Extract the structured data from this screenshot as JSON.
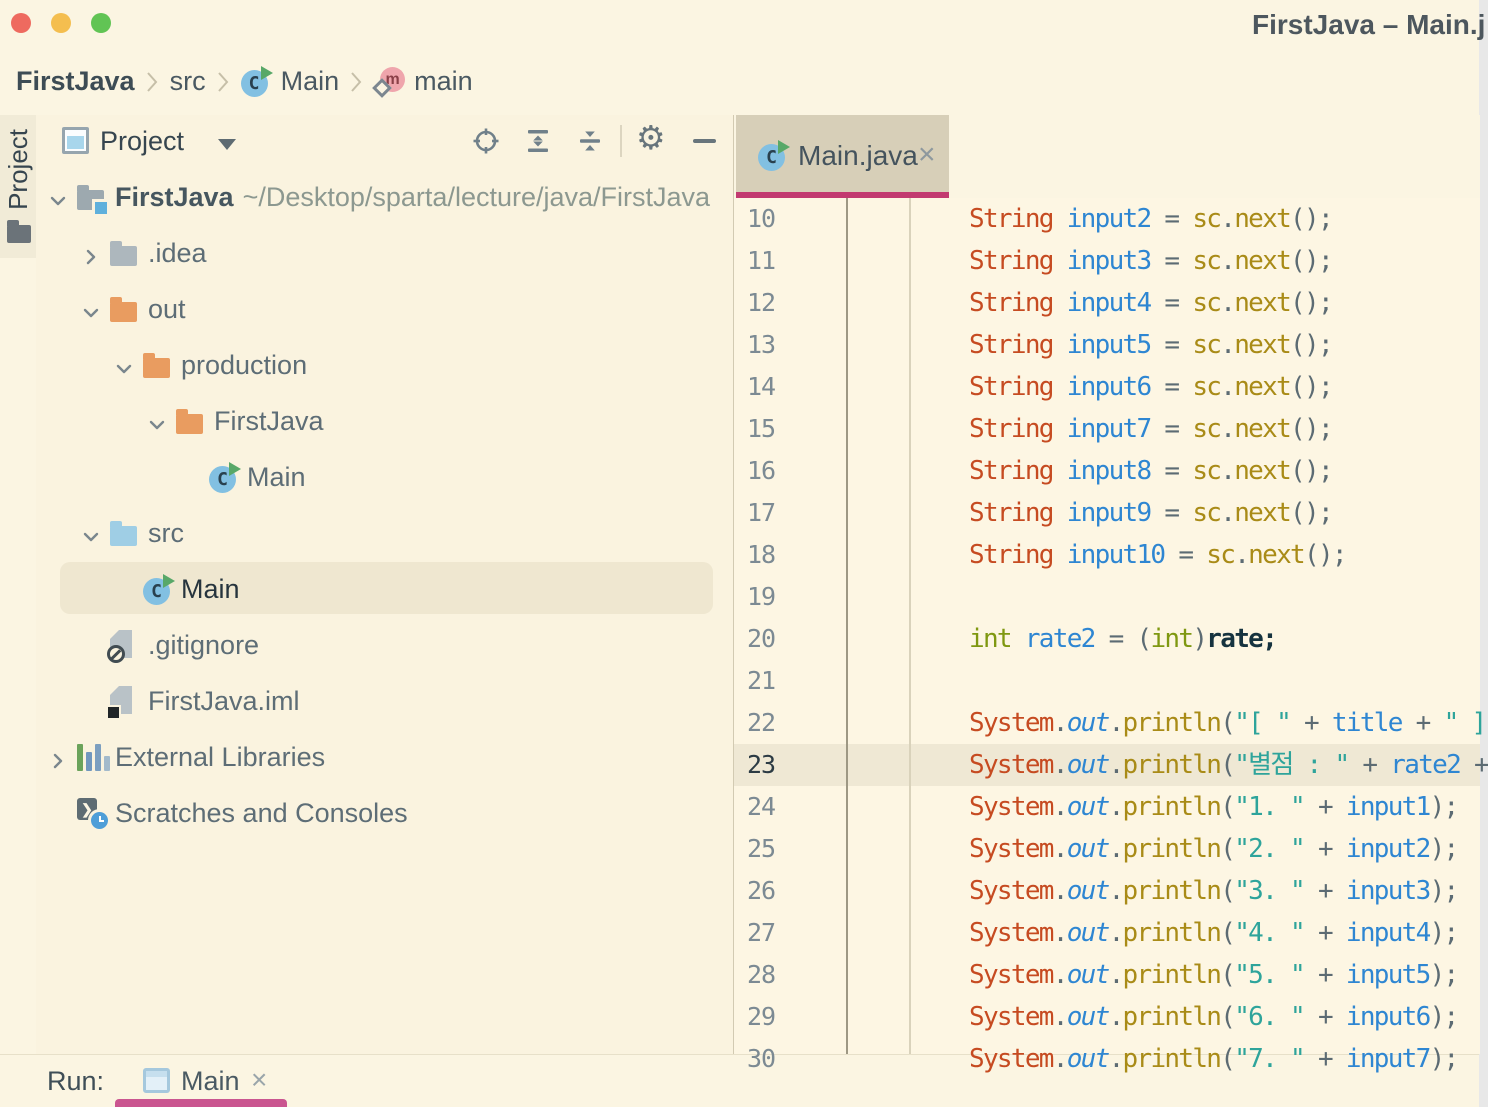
{
  "window": {
    "title": "FirstJava – Main.j"
  },
  "titlebar": {
    "traffic_lights": [
      "close",
      "minimize",
      "zoom"
    ]
  },
  "breadcrumb": {
    "separator": "›",
    "items": [
      {
        "label": "FirstJava",
        "bold": true
      },
      {
        "label": "src"
      },
      {
        "label": "Main",
        "icon": "class"
      },
      {
        "label": "main",
        "icon": "method"
      }
    ]
  },
  "tool_stripe": {
    "label": "Project",
    "icon": "folder"
  },
  "project_panel": {
    "title": "Project",
    "toolbar": [
      {
        "icon": "locate"
      },
      {
        "icon": "expand-all"
      },
      {
        "icon": "collapse-all"
      },
      {
        "icon": "settings-gear"
      },
      {
        "icon": "hide-panel"
      }
    ],
    "tree": [
      {
        "label": "FirstJava",
        "path": "~/Desktop/sparta/lecture/java/FirstJava",
        "icon": "project-folder",
        "chevron": "down",
        "level": 0,
        "bold": true
      },
      {
        "label": ".idea",
        "icon": "folder-gray",
        "chevron": "right",
        "level": 1
      },
      {
        "label": "out",
        "icon": "folder-orange",
        "chevron": "down",
        "level": 1
      },
      {
        "label": "production",
        "icon": "folder-orange",
        "chevron": "down",
        "level": 2
      },
      {
        "label": "FirstJava",
        "icon": "folder-orange",
        "chevron": "down",
        "level": 3
      },
      {
        "label": "Main",
        "icon": "class",
        "level": 4
      },
      {
        "label": "src",
        "icon": "folder-blue",
        "chevron": "down",
        "level": 1
      },
      {
        "label": "Main",
        "icon": "class",
        "level": 2,
        "selected": true
      },
      {
        "label": ".gitignore",
        "icon": "file-ignored",
        "level": 1
      },
      {
        "label": "FirstJava.iml",
        "icon": "file-module",
        "level": 1
      },
      {
        "label": "External Libraries",
        "icon": "libraries",
        "chevron": "right",
        "level": 0
      },
      {
        "label": "Scratches and Consoles",
        "icon": "scratches",
        "level": 0
      }
    ]
  },
  "editor": {
    "tab": {
      "label": "Main.java",
      "icon": "class",
      "close_label": "×"
    },
    "current_line": 23,
    "lines": [
      {
        "num": 10,
        "tokens": [
          [
            "type",
            "String"
          ],
          [
            "pl",
            " "
          ],
          [
            "var",
            "input2"
          ],
          [
            "pl",
            " = "
          ],
          [
            "fn",
            "sc"
          ],
          [
            "pl",
            "."
          ],
          [
            "fn",
            "next"
          ],
          [
            "pl",
            "();"
          ]
        ]
      },
      {
        "num": 11,
        "tokens": [
          [
            "type",
            "String"
          ],
          [
            "pl",
            " "
          ],
          [
            "var",
            "input3"
          ],
          [
            "pl",
            " = "
          ],
          [
            "fn",
            "sc"
          ],
          [
            "pl",
            "."
          ],
          [
            "fn",
            "next"
          ],
          [
            "pl",
            "();"
          ]
        ]
      },
      {
        "num": 12,
        "tokens": [
          [
            "type",
            "String"
          ],
          [
            "pl",
            " "
          ],
          [
            "var",
            "input4"
          ],
          [
            "pl",
            " = "
          ],
          [
            "fn",
            "sc"
          ],
          [
            "pl",
            "."
          ],
          [
            "fn",
            "next"
          ],
          [
            "pl",
            "();"
          ]
        ]
      },
      {
        "num": 13,
        "tokens": [
          [
            "type",
            "String"
          ],
          [
            "pl",
            " "
          ],
          [
            "var",
            "input5"
          ],
          [
            "pl",
            " = "
          ],
          [
            "fn",
            "sc"
          ],
          [
            "pl",
            "."
          ],
          [
            "fn",
            "next"
          ],
          [
            "pl",
            "();"
          ]
        ]
      },
      {
        "num": 14,
        "tokens": [
          [
            "type",
            "String"
          ],
          [
            "pl",
            " "
          ],
          [
            "var",
            "input6"
          ],
          [
            "pl",
            " = "
          ],
          [
            "fn",
            "sc"
          ],
          [
            "pl",
            "."
          ],
          [
            "fn",
            "next"
          ],
          [
            "pl",
            "();"
          ]
        ]
      },
      {
        "num": 15,
        "tokens": [
          [
            "type",
            "String"
          ],
          [
            "pl",
            " "
          ],
          [
            "var",
            "input7"
          ],
          [
            "pl",
            " = "
          ],
          [
            "fn",
            "sc"
          ],
          [
            "pl",
            "."
          ],
          [
            "fn",
            "next"
          ],
          [
            "pl",
            "();"
          ]
        ]
      },
      {
        "num": 16,
        "tokens": [
          [
            "type",
            "String"
          ],
          [
            "pl",
            " "
          ],
          [
            "var",
            "input8"
          ],
          [
            "pl",
            " = "
          ],
          [
            "fn",
            "sc"
          ],
          [
            "pl",
            "."
          ],
          [
            "fn",
            "next"
          ],
          [
            "pl",
            "();"
          ]
        ]
      },
      {
        "num": 17,
        "tokens": [
          [
            "type",
            "String"
          ],
          [
            "pl",
            " "
          ],
          [
            "var",
            "input9"
          ],
          [
            "pl",
            " = "
          ],
          [
            "fn",
            "sc"
          ],
          [
            "pl",
            "."
          ],
          [
            "fn",
            "next"
          ],
          [
            "pl",
            "();"
          ]
        ]
      },
      {
        "num": 18,
        "tokens": [
          [
            "type",
            "String"
          ],
          [
            "pl",
            " "
          ],
          [
            "var",
            "input10"
          ],
          [
            "pl",
            " = "
          ],
          [
            "fn",
            "sc"
          ],
          [
            "pl",
            "."
          ],
          [
            "fn",
            "next"
          ],
          [
            "pl",
            "();"
          ]
        ]
      },
      {
        "num": 19,
        "tokens": []
      },
      {
        "num": 20,
        "tokens": [
          [
            "kw",
            "int"
          ],
          [
            "pl",
            " "
          ],
          [
            "var",
            "rate2"
          ],
          [
            "pl",
            " = ("
          ],
          [
            "kw",
            "int"
          ],
          [
            "pl",
            ")"
          ],
          [
            "dark",
            "rate;"
          ]
        ]
      },
      {
        "num": 21,
        "tokens": []
      },
      {
        "num": 22,
        "tokens": [
          [
            "type",
            "System"
          ],
          [
            "pl",
            "."
          ],
          [
            "field",
            "out"
          ],
          [
            "pl",
            "."
          ],
          [
            "fn",
            "println"
          ],
          [
            "pl",
            "("
          ],
          [
            "str",
            "\"[ \""
          ],
          [
            "pl",
            " + "
          ],
          [
            "var",
            "title"
          ],
          [
            "pl",
            " + "
          ],
          [
            "str",
            "\" ]"
          ]
        ]
      },
      {
        "num": 23,
        "tokens": [
          [
            "type",
            "System"
          ],
          [
            "pl",
            "."
          ],
          [
            "field",
            "out"
          ],
          [
            "pl",
            "."
          ],
          [
            "fn",
            "println"
          ],
          [
            "pl",
            "("
          ],
          [
            "str",
            "\"별점 : \""
          ],
          [
            "pl",
            " + "
          ],
          [
            "var",
            "rate2"
          ],
          [
            "pl",
            " +"
          ]
        ]
      },
      {
        "num": 24,
        "tokens": [
          [
            "type",
            "System"
          ],
          [
            "pl",
            "."
          ],
          [
            "field",
            "out"
          ],
          [
            "pl",
            "."
          ],
          [
            "fn",
            "println"
          ],
          [
            "pl",
            "("
          ],
          [
            "str",
            "\"1. \""
          ],
          [
            "pl",
            " + "
          ],
          [
            "var",
            "input1"
          ],
          [
            "pl",
            ");"
          ]
        ]
      },
      {
        "num": 25,
        "tokens": [
          [
            "type",
            "System"
          ],
          [
            "pl",
            "."
          ],
          [
            "field",
            "out"
          ],
          [
            "pl",
            "."
          ],
          [
            "fn",
            "println"
          ],
          [
            "pl",
            "("
          ],
          [
            "str",
            "\"2. \""
          ],
          [
            "pl",
            " + "
          ],
          [
            "var",
            "input2"
          ],
          [
            "pl",
            ");"
          ]
        ]
      },
      {
        "num": 26,
        "tokens": [
          [
            "type",
            "System"
          ],
          [
            "pl",
            "."
          ],
          [
            "field",
            "out"
          ],
          [
            "pl",
            "."
          ],
          [
            "fn",
            "println"
          ],
          [
            "pl",
            "("
          ],
          [
            "str",
            "\"3. \""
          ],
          [
            "pl",
            " + "
          ],
          [
            "var",
            "input3"
          ],
          [
            "pl",
            ");"
          ]
        ]
      },
      {
        "num": 27,
        "tokens": [
          [
            "type",
            "System"
          ],
          [
            "pl",
            "."
          ],
          [
            "field",
            "out"
          ],
          [
            "pl",
            "."
          ],
          [
            "fn",
            "println"
          ],
          [
            "pl",
            "("
          ],
          [
            "str",
            "\"4. \""
          ],
          [
            "pl",
            " + "
          ],
          [
            "var",
            "input4"
          ],
          [
            "pl",
            ");"
          ]
        ]
      },
      {
        "num": 28,
        "tokens": [
          [
            "type",
            "System"
          ],
          [
            "pl",
            "."
          ],
          [
            "field",
            "out"
          ],
          [
            "pl",
            "."
          ],
          [
            "fn",
            "println"
          ],
          [
            "pl",
            "("
          ],
          [
            "str",
            "\"5. \""
          ],
          [
            "pl",
            " + "
          ],
          [
            "var",
            "input5"
          ],
          [
            "pl",
            ");"
          ]
        ]
      },
      {
        "num": 29,
        "tokens": [
          [
            "type",
            "System"
          ],
          [
            "pl",
            "."
          ],
          [
            "field",
            "out"
          ],
          [
            "pl",
            "."
          ],
          [
            "fn",
            "println"
          ],
          [
            "pl",
            "("
          ],
          [
            "str",
            "\"6. \""
          ],
          [
            "pl",
            " + "
          ],
          [
            "var",
            "input6"
          ],
          [
            "pl",
            ");"
          ]
        ]
      },
      {
        "num": 30,
        "tokens": [
          [
            "type",
            "System"
          ],
          [
            "pl",
            "."
          ],
          [
            "field",
            "out"
          ],
          [
            "pl",
            "."
          ],
          [
            "fn",
            "println"
          ],
          [
            "pl",
            "("
          ],
          [
            "str",
            "\"7. \""
          ],
          [
            "pl",
            " + "
          ],
          [
            "var",
            "input7"
          ],
          [
            "pl",
            ");"
          ]
        ]
      }
    ]
  },
  "run_bar": {
    "label": "Run:",
    "tab": {
      "label": "Main",
      "icon": "window",
      "close_label": "×"
    }
  },
  "colors": {
    "accent_tab_underline": "#C23A70",
    "accent_run_underline": "#CA5590",
    "titlebar_bg": "#FBF5E2",
    "panel_bg": "#FAF3DF",
    "editor_bg": "#FDF6E3",
    "tab_active_bg": "#D7CFB8",
    "current_line_bg": "#EFE8D4",
    "selection_bg": "#EFE7D0",
    "folder_orange": "#E99C60",
    "folder_blue": "#9FCEE5",
    "class_icon_blue": "#82C0E2",
    "run_arrow_green": "#58A868",
    "traffic_red": "#EE6A5F",
    "traffic_yellow": "#F4BE4F",
    "traffic_green": "#61C454",
    "syntax": {
      "type_orange": "#C64B21",
      "variable_blue": "#2E86D2",
      "function_yellow": "#A98B17",
      "keyword_green": "#7F9811",
      "string_cyan": "#2EA49B",
      "plain": "#5C6B73",
      "dark": "#16333F",
      "line_number": "#7C8A93",
      "line_number_current": "#2C3B44"
    }
  }
}
